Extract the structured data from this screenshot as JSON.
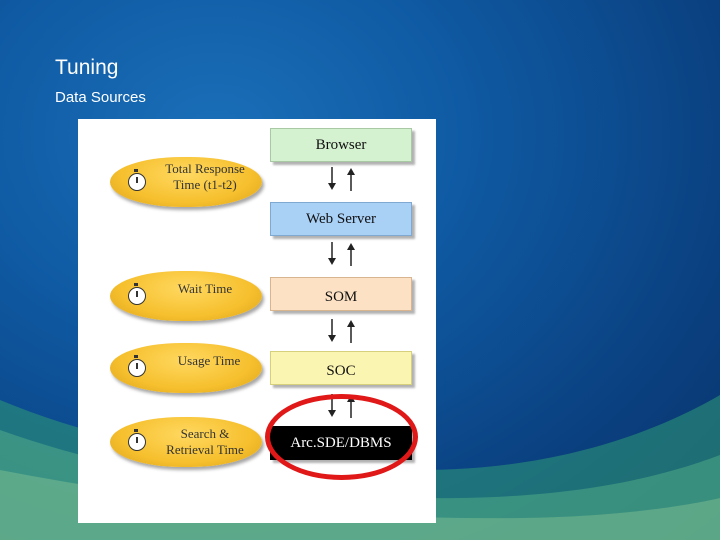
{
  "slide": {
    "title": "Tuning",
    "subtitle": "Data Sources"
  },
  "diagram": {
    "ovals": [
      {
        "line1": "Total Response",
        "line2": "Time (t1-t2)"
      },
      {
        "line1": "Wait Time",
        "line2": ""
      },
      {
        "line1": "Usage Time",
        "line2": ""
      },
      {
        "line1": "Search &",
        "line2": "Retrieval Time"
      }
    ],
    "tiers": [
      {
        "label": "Browser",
        "color": "#d4f2cf"
      },
      {
        "label": "Web Server",
        "color": "#a9d0f5"
      },
      {
        "label": "SOM",
        "color": "#fde1c4"
      },
      {
        "label": "SOC",
        "color": "#fbf5b2"
      },
      {
        "label": "Arc.SDE/DBMS",
        "color": "#000000"
      }
    ],
    "highlight_color": "#e01818"
  }
}
